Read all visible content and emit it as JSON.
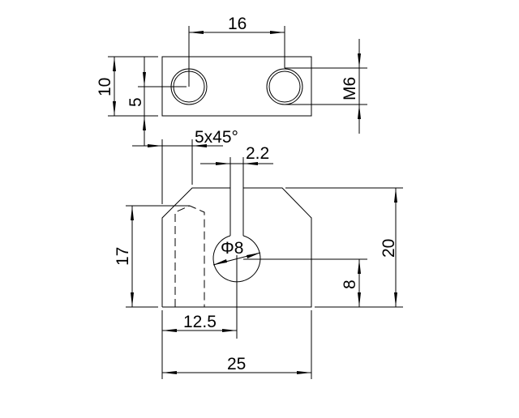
{
  "top_view": {
    "dim_hole_spacing": "16",
    "dim_height": "10",
    "dim_hole_center": "5",
    "dim_thread": "M6",
    "dim_chamfer": "5x45°"
  },
  "front_view": {
    "dim_slot_width": "2.2",
    "dim_hidden_height": "17",
    "dim_height": "20",
    "dim_hole_height": "8",
    "dim_hole_diameter": "Φ8",
    "dim_hole_offset": "12.5",
    "dim_width": "25"
  }
}
